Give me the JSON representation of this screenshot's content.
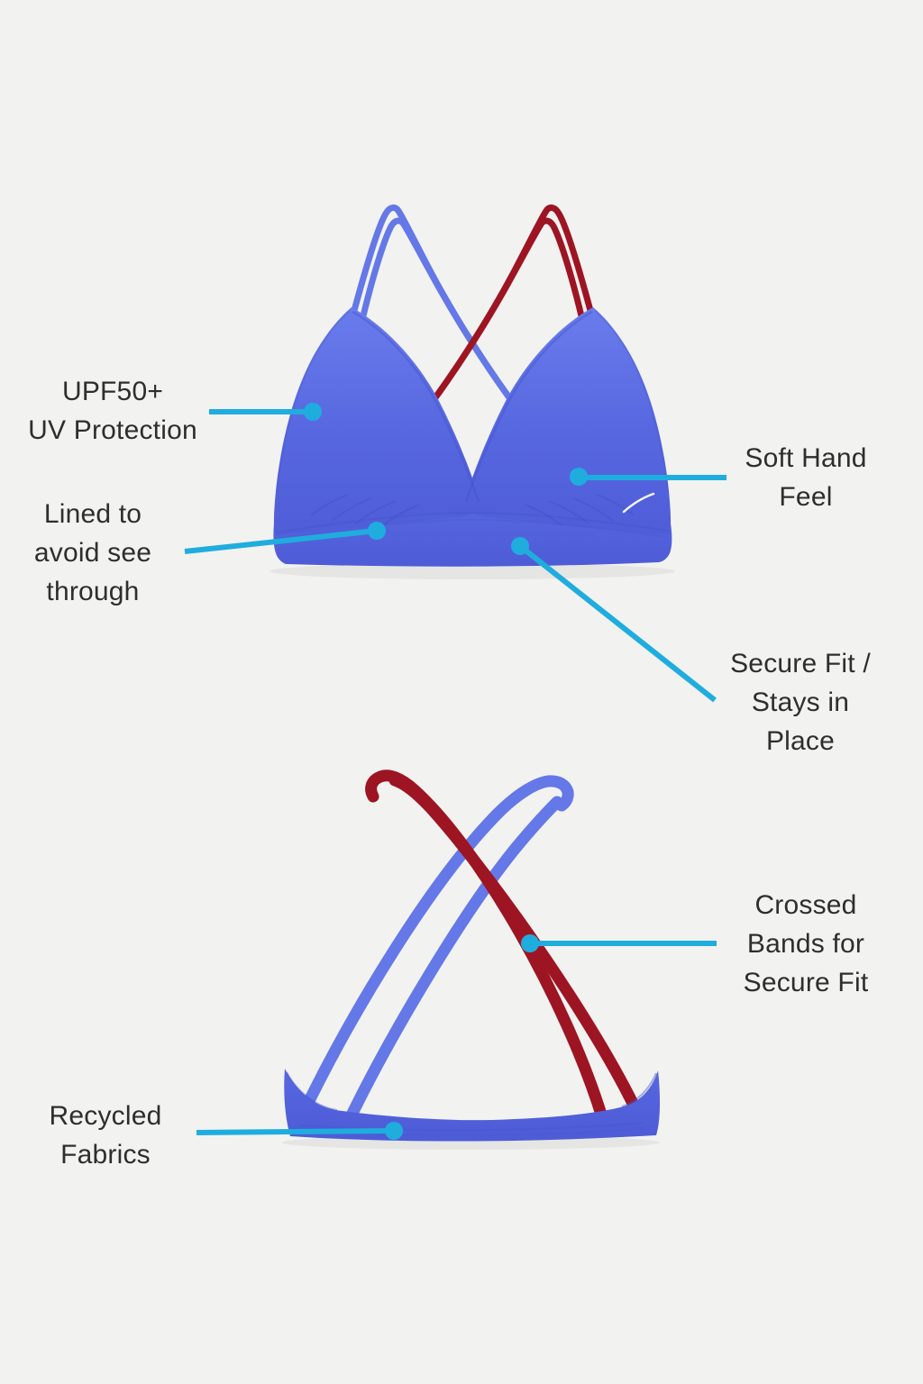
{
  "page": {
    "background_color": "#f2f2f1"
  },
  "colors": {
    "background": "#f2f2f1",
    "accent": "#1fadde",
    "text": "#2e2e2e",
    "fabric_blue": "#5767e0",
    "fabric_blue_light": "#6a7cec",
    "fabric_blue_dark": "#4252c9",
    "strap_blue": "#6478e7",
    "strap_red": "#9d1522",
    "logo_white": "#ffffff"
  },
  "callouts": {
    "upf": "UPF50+\nUV Protection",
    "lined": "Lined to\navoid see\nthrough",
    "soft": "Soft Hand\nFeel",
    "secure": "Secure Fit /\nStays in\nPlace",
    "crossed": "Crossed\nBands for\nSecure Fit",
    "recycled": "Recycled\nFabrics"
  }
}
